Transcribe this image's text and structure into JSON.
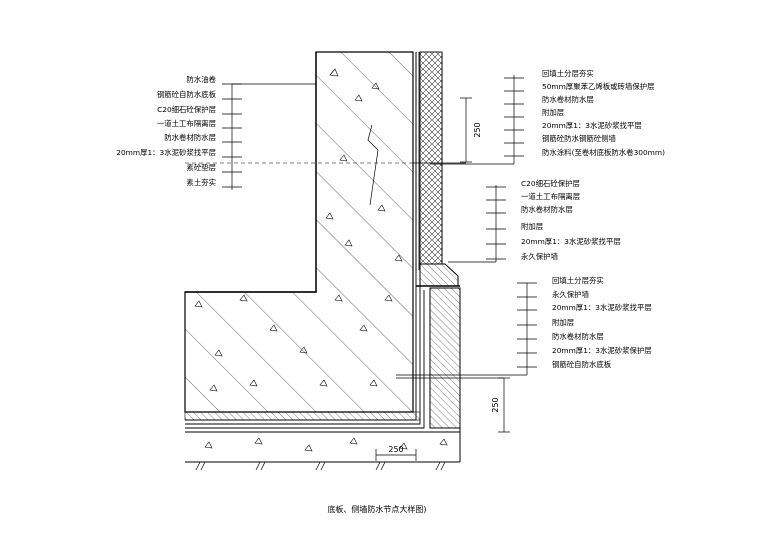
{
  "left_labels": [
    "防水油卷",
    "钢筋砼自防水底板",
    "C20细石砼保护层",
    "一道土工布隔离层",
    "防水卷材防水层",
    "20mm厚1：3水泥砂浆找平层",
    "素砼垫层",
    "素土夯实"
  ],
  "right_labels_top": [
    "回填土分层夯实",
    "50mm厚聚苯乙烯板或砖墙保护层",
    "防水卷材防水层",
    "附加层",
    "20mm厚1：3水泥砂浆找平层",
    "钢筋砼防水钢筋砼侧墙",
    "防水涂料(至卷材底板防水卷300mm)"
  ],
  "right_labels_mid": [
    "C20细石砼保护层",
    "一道土工布隔离层",
    "防水卷材防水层",
    "附加层",
    "20mm厚1：3水泥砂浆找平层",
    "永久保护墙"
  ],
  "right_labels_bottom": [
    "回填土分层夯实",
    "永久保护墙",
    "20mm厚1：3水泥砂浆找平层",
    "附加层",
    "防水卷材防水层",
    "20mm厚1：3水泥砂浆保护层",
    "钢筋砼自防水底板"
  ],
  "dimensions": {
    "top_vertical": "250",
    "bottom_vertical": "250",
    "bottom_horizontal": "250"
  },
  "caption": "底板、侧墙防水节点大样图)"
}
